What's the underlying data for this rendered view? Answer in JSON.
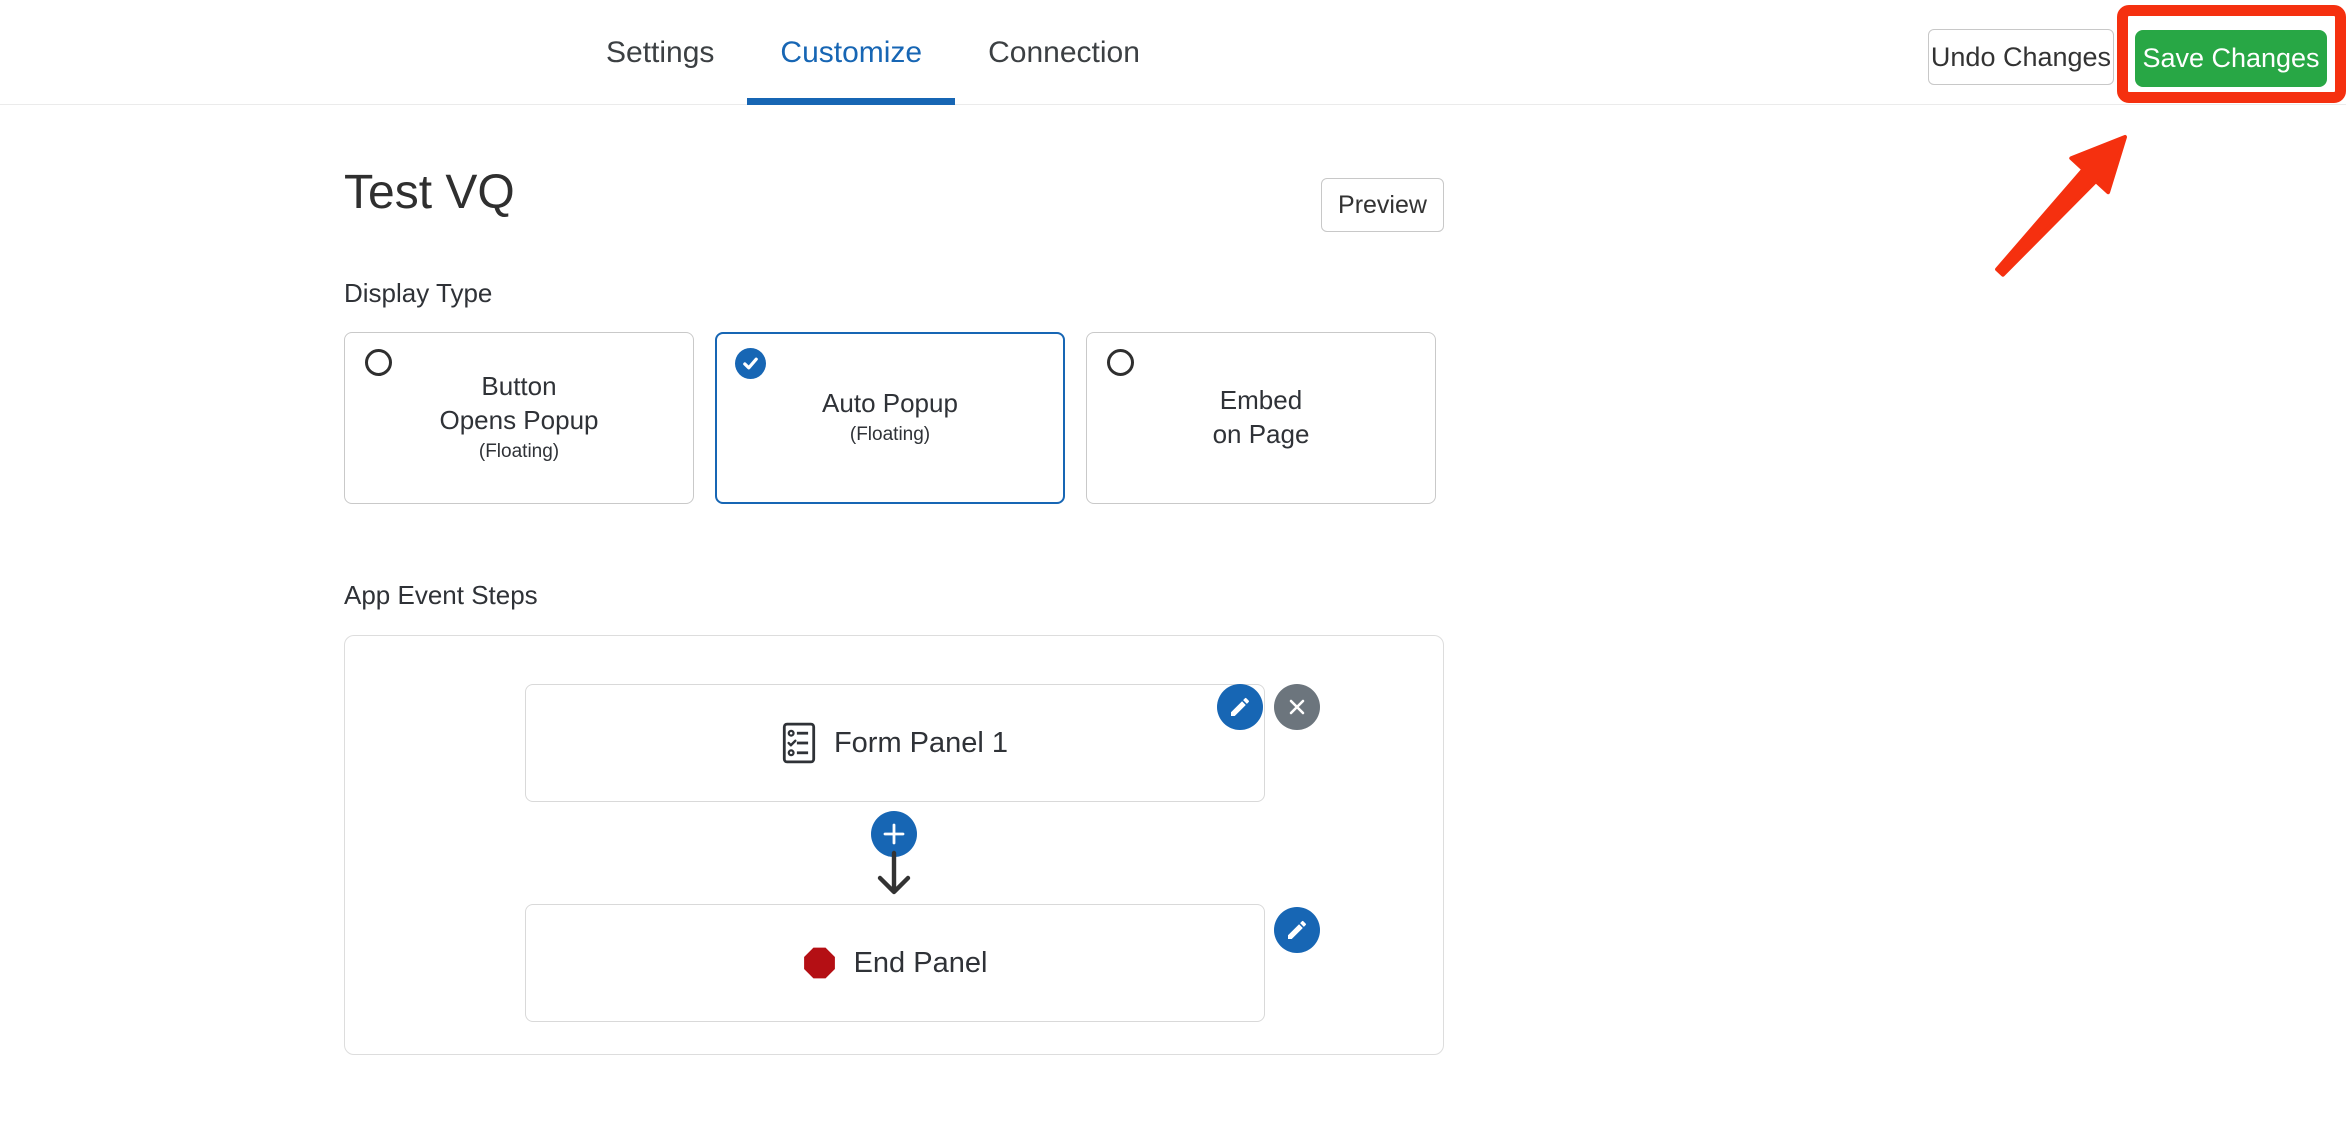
{
  "header": {
    "tabs": [
      {
        "label": "Settings",
        "active": false
      },
      {
        "label": "Customize",
        "active": true
      },
      {
        "label": "Connection",
        "active": false
      }
    ],
    "undo_label": "Undo Changes",
    "save_label": "Save Changes"
  },
  "page": {
    "title": "Test VQ",
    "preview_label": "Preview"
  },
  "display_type": {
    "label": "Display Type",
    "options": [
      {
        "line1": "Button",
        "line2": "Opens Popup",
        "sub": "(Floating)",
        "selected": false
      },
      {
        "line1": "Auto Popup",
        "line2": "",
        "sub": "(Floating)",
        "selected": true
      },
      {
        "line1": "Embed",
        "line2": "on Page",
        "sub": "",
        "selected": false
      }
    ]
  },
  "steps": {
    "label": "App Event Steps",
    "form_panel_label": "Form Panel 1",
    "end_panel_label": "End Panel"
  },
  "icons": {
    "selected_option": "check-icon",
    "unselected_option": "radio-circle",
    "form_step": "form-list-icon",
    "end_step": "stop-octagon-icon",
    "edit": "pencil-icon",
    "remove": "x-icon",
    "add_step": "plus-icon",
    "flow_direction": "arrow-down-icon"
  },
  "colors": {
    "accent_blue": "#1766b4",
    "save_green": "#28a745",
    "annotation_red": "#f5300f",
    "stop_red": "#b40f14",
    "close_gray": "#6c757d"
  }
}
